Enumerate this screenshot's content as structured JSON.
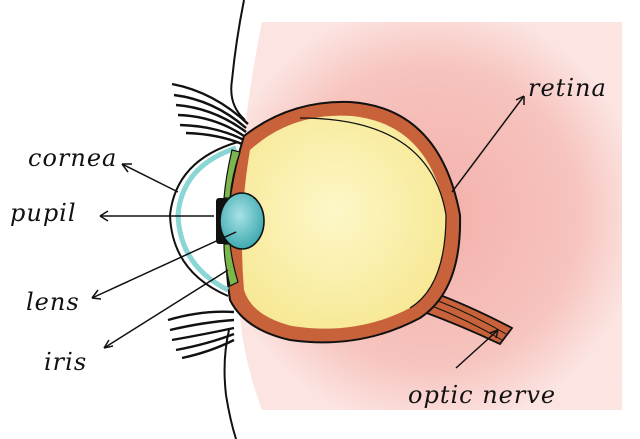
{
  "labels": {
    "cornea": "cornea",
    "pupil": "pupil",
    "lens": "lens",
    "iris": "iris",
    "retina": "retina",
    "optic_nerve": "optic nerve"
  },
  "colors": {
    "background_tissue": "#f4b3ad",
    "vitreous": "#fbf2ae",
    "sclera": "#c8623a",
    "lens": "#5fc2c7",
    "cornea": "#8ad6d4",
    "iris": "#7cb74e",
    "pupil": "#111111",
    "ink": "#111111"
  }
}
